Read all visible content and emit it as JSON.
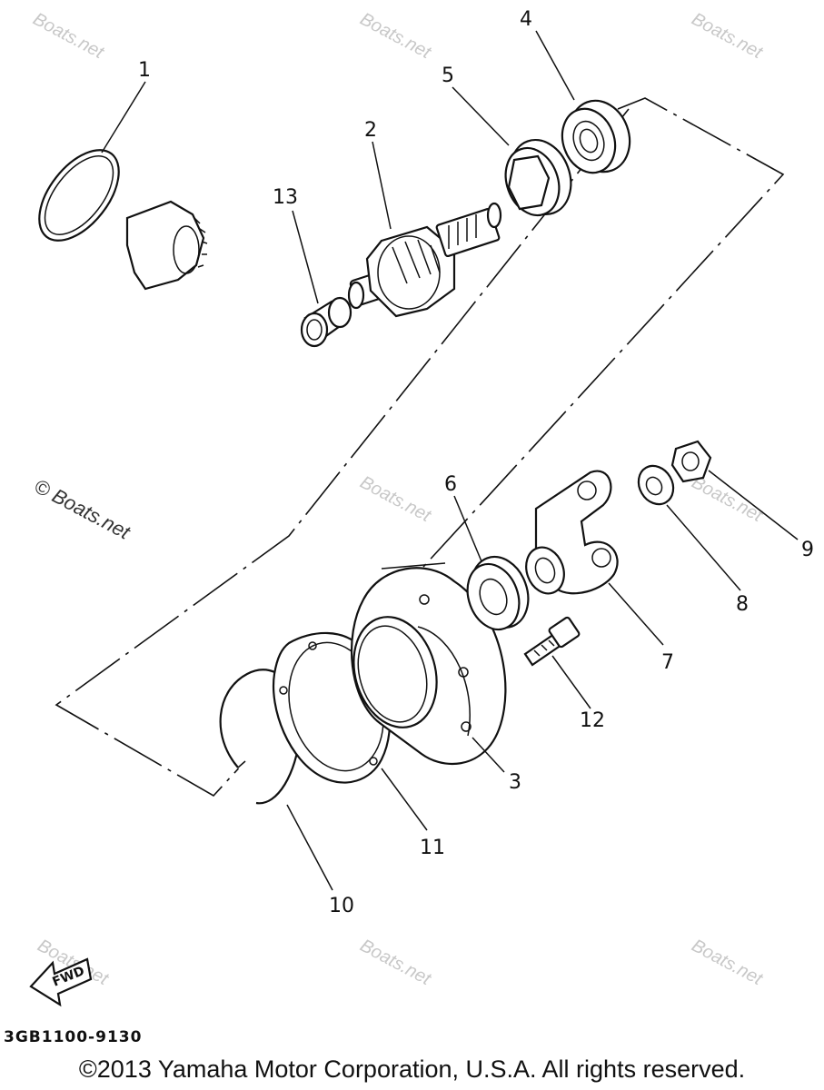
{
  "diagram": {
    "callouts": [
      "1",
      "2",
      "3",
      "4",
      "5",
      "6",
      "7",
      "8",
      "9",
      "10",
      "11",
      "12",
      "13"
    ],
    "watermark": "Boats.net",
    "copyright_symbol": "©",
    "fwd_label": "FWD",
    "part_code": "3GB1100-9130"
  },
  "footer": {
    "copyright": "©2013 Yamaha Motor Corporation, U.S.A. All rights reserved."
  }
}
